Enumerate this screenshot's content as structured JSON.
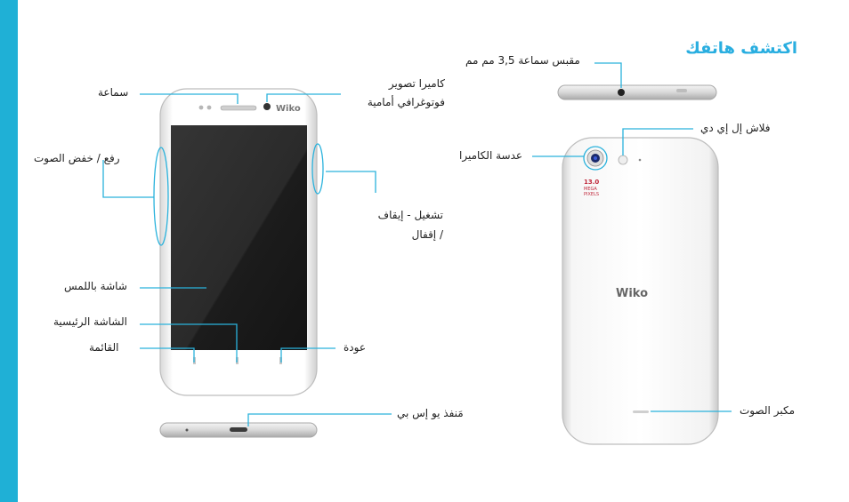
{
  "page": {
    "title": "اكتشف هاتفك",
    "accent_color": "#1fb0d6",
    "line_color": "#2ab2dc",
    "brand_logo": "Wiko"
  },
  "front": {
    "earpiece": "سماعة",
    "front_camera_line1": "كاميرا تصوير",
    "front_camera_line2": "فوتوغرافي أمامية",
    "volume": "رفع / خفض الصوت",
    "power_line1": "تشغيل - إيقاف",
    "power_line2": "/ إقفال",
    "touchscreen": "شاشة باللمس",
    "home": "الشاشة الرئيسية",
    "menu": "القائمة",
    "back": "عودة",
    "usb": "مَنفذ يو إس بي"
  },
  "back": {
    "headset_jack": "مقبس سماعة 3,5 مم مم",
    "led_flash": "فلاش إل إي دي",
    "camera_lens": "عدسة الكاميرا",
    "speaker": "مكبر الصوت",
    "camera_badge_line1": "13.0",
    "camera_badge_line2": "MEGA",
    "camera_badge_line3": "PIXELS"
  }
}
